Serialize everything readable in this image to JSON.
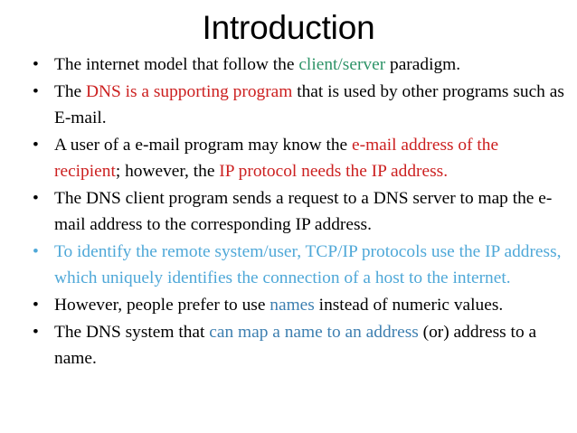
{
  "slide": {
    "title": "Introduction",
    "background_color": "#ffffff",
    "text_color": "#000000"
  },
  "colors": {
    "green": "#2e9468",
    "red": "#cc2020",
    "steel_blue": "#3d7fb0",
    "sky_blue": "#4fa8d8",
    "black": "#000000"
  },
  "bullets": [
    {
      "marker": "•",
      "marker_color": "#000000",
      "plain_text": "The internet model that follow the client/server paradigm.",
      "runs": [
        {
          "text": "The internet model that follow the ",
          "color": "#000000"
        },
        {
          "text": "client/server",
          "color": "#2e9468"
        },
        {
          "text": " paradigm.",
          "color": "#000000"
        }
      ]
    },
    {
      "marker": "•",
      "marker_color": "#000000",
      "plain_text": "The DNS is a supporting program that is used by other programs such as E-mail.",
      "runs": [
        {
          "text": "The ",
          "color": "#000000"
        },
        {
          "text": "DNS is a supporting program",
          "color": "#cc2020"
        },
        {
          "text": " that is used by other programs such as E-mail.",
          "color": "#000000"
        }
      ]
    },
    {
      "marker": "•",
      "marker_color": "#000000",
      "plain_text": "A user of a e-mail program may know the e-mail address of the recipient; however, the IP protocol needs the IP address.",
      "runs": [
        {
          "text": "A user of a e-mail program may know the ",
          "color": "#000000"
        },
        {
          "text": "e-mail address of the recipient",
          "color": "#cc2020"
        },
        {
          "text": "; however, the ",
          "color": "#000000"
        },
        {
          "text": "IP protocol needs the IP address.",
          "color": "#cc2020"
        }
      ]
    },
    {
      "marker": "•",
      "marker_color": "#000000",
      "plain_text": "The DNS client program sends a request to a DNS server to map the e-mail address to the corresponding IP address.",
      "runs": [
        {
          "text": "The DNS client program sends a request to a DNS server to map the e-mail address to the corresponding IP address.",
          "color": "#000000"
        }
      ]
    },
    {
      "marker": "•",
      "marker_color": "#4fa8d8",
      "plain_text": "To identify the remote system/user, TCP/IP protocols use the IP address, which uniquely identifies the connection of a host to the internet.",
      "runs": [
        {
          "text": "To identify the remote system/user, TCP/IP protocols use the IP address, which uniquely identifies the connection of a host to the internet.",
          "color": "#4fa8d8"
        }
      ]
    },
    {
      "marker": "•",
      "marker_color": "#000000",
      "plain_text": "However, people prefer to use names instead of numeric values.",
      "runs": [
        {
          "text": "However, people prefer to use ",
          "color": "#000000"
        },
        {
          "text": "names",
          "color": "#3d7fb0"
        },
        {
          "text": " instead of numeric values.",
          "color": "#000000"
        }
      ]
    },
    {
      "marker": "•",
      "marker_color": "#000000",
      "plain_text": "The DNS system that can map a name to an address (or) address to a name.",
      "runs": [
        {
          "text": "The DNS system that ",
          "color": "#000000"
        },
        {
          "text": "can map a name to an address",
          "color": "#3d7fb0"
        },
        {
          "text": " (or) address to a name.",
          "color": "#000000"
        }
      ]
    }
  ]
}
